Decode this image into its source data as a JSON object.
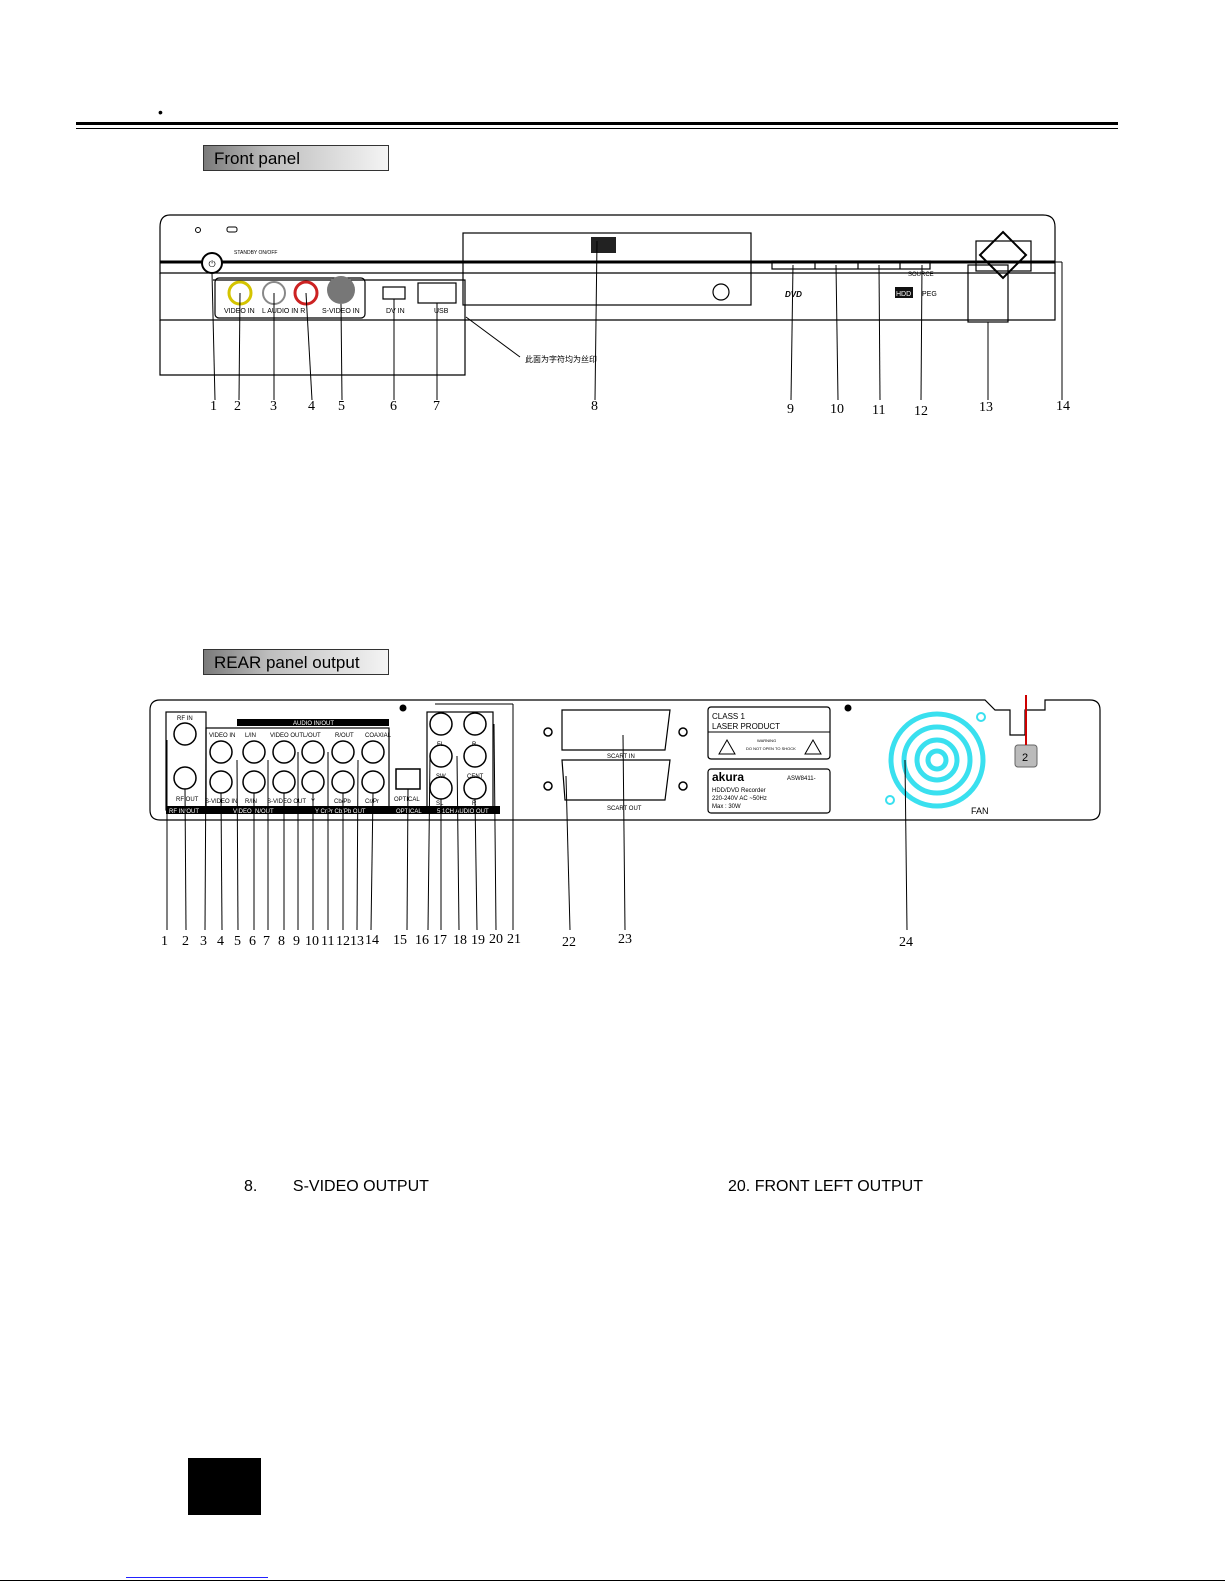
{
  "front": {
    "label": "Front panel",
    "panel_texts": {
      "standby": "STANDBY ON/OFF",
      "video_in": "VIDEO IN",
      "audio_in": "L  AUDIO IN  R",
      "svideo_in": "S-VIDEO IN",
      "dv_in": "DV IN",
      "usb": "USB",
      "source": "SOURCE",
      "cn_note": "此面为字符均为丝印",
      "logos": [
        "DVD",
        "HDD",
        "PEG"
      ]
    },
    "numbers": [
      "1",
      "2",
      "3",
      "4",
      "5",
      "6",
      "7",
      "8",
      "9",
      "10",
      "11",
      "12",
      "13",
      "14"
    ]
  },
  "rear": {
    "label": "REAR  panel output",
    "panel_texts": {
      "rf_in": "RF IN",
      "rf_out": "RF OUT",
      "rf_group": "RF IN/OUT",
      "audio_group": "AUDIO IN/OUT",
      "video_in": "VIDEO IN",
      "l_in": "L/IN",
      "video_out": "VIDEO OUT",
      "l_out": "L/OUT",
      "r_out": "R/OUT",
      "coaxial": "COAXIAL",
      "svideo_in": "S-VIDEO IN",
      "r_in": "R/IN",
      "svideo_out": "S-VIDEO OUT",
      "y": "Y",
      "cb": "Cb/Pb",
      "cr": "Cr/Pr",
      "video_group": "VIDEO IN/OUT",
      "ycbcr_group": "Y CrPr Cb/Pb OUT",
      "optical": "OPTICAL",
      "fl": "FL",
      "fr": "R",
      "sw": "SW",
      "cent": "CENT",
      "sl": "SL",
      "sr": "R",
      "ch51": "5.1CH AUDIO OUT",
      "scart_in": "SCART IN",
      "scart_out": "SCART OUT",
      "class1": "CLASS  1",
      "laser": "LASER  PRODUCT",
      "warning": "WARNING",
      "shock": "DO NOT OPEN TO SHOCK",
      "akura": "akura",
      "model": "ASW8411-",
      "hdd_dvd": "HDD/DVD Recorder",
      "voltage": "220-240V AC ~50Hz",
      "max": "Max : 30W",
      "fan": "FAN",
      "power": "2"
    },
    "numbers": [
      "1",
      "2",
      "3",
      "4",
      "5",
      "6",
      "7",
      "8",
      "9",
      "10",
      "11",
      "12",
      "13",
      "14",
      "15",
      "16",
      "17",
      "18",
      "19",
      "20",
      "21",
      "22",
      "23",
      "24"
    ]
  },
  "captions": {
    "left": "8.        S-VIDEO OUTPUT",
    "right": "20. FRONT LEFT OUTPUT"
  }
}
